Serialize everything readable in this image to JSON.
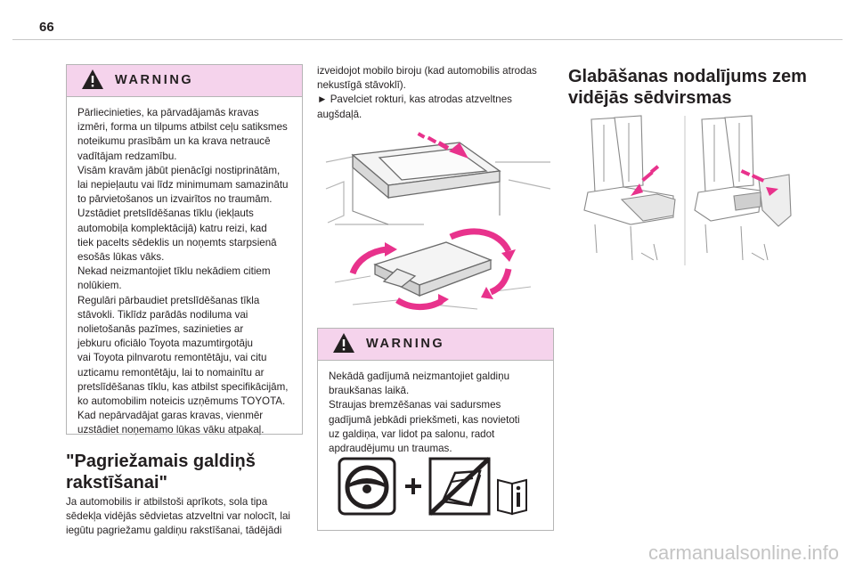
{
  "page_number": "66",
  "watermark": "carmanualsonline.info",
  "warning1": {
    "title": "WARNING",
    "lines": [
      "Pārliecinieties, ka pārvadājamās kravas",
      "izmēri, forma un tilpums atbilst ceļu satiksmes",
      "noteikumu prasībām un ka krava netraucē",
      "vadītājam redzamību.",
      "Visām kravām jābūt pienācīgi nostiprinātām,",
      "lai nepieļautu vai līdz minimumam samazinātu",
      "to pārvietošanos un izvairītos no traumām.",
      "Uzstādiet pretslīdēšanas tīklu (iekļauts",
      "automobiļa komplektācijā) katru reizi, kad",
      "tiek pacelts sēdeklis un noņemts starpsienā",
      "esošās lūkas vāks.",
      "Nekad neizmantojiet tīklu nekādiem citiem",
      "nolūkiem.",
      "Regulāri pārbaudiet pretslīdēšanas tīkla",
      "stāvokli. Tiklīdz parādās nodiluma vai",
      "nolietošanās pazīmes, sazinieties ar",
      "jebkuru oficiālo Toyota mazumtirgotāju",
      "vai Toyota pilnvarotu remontētāju, vai citu",
      "uzticamu remontētāju, lai to nomainītu ar",
      "pretslīdēšanas tīklu, kas atbilst specifikācijām,",
      "ko automobilim noteicis uzņēmums TOYOTA.",
      "Kad nepārvadājat garas kravas, vienmēr",
      "uzstādiet noņemamo lūkas vāku atpakaļ."
    ]
  },
  "section1": {
    "heading_line1": "\"Pagriežamais galdiņš",
    "heading_line2": "rakstīšanai\"",
    "lines": [
      "Ja automobilis ir atbilstoši aprīkots, sola tipa",
      "sēdekļa vidējās sēdvietas atzveltni var nolocīt, lai",
      "iegūtu pagriežamu galdiņu rakstīšanai, tādējādi"
    ]
  },
  "column2": {
    "lines": [
      "izveidojot mobilo biroju (kad automobilis atrodas",
      "nekustīgā stāvoklī).",
      "► Pavelciet rokturi, kas atrodas atzveltnes",
      "augšdaļā."
    ]
  },
  "warning2": {
    "title": "WARNING",
    "lines": [
      "Nekādā gadījumā neizmantojiet galdiņu",
      "braukšanas laikā.",
      "Straujas bremzēšanas vai sadursmes",
      "gadījumā jebkādi priekšmeti, kas novietoti",
      "uz galdiņa, var lidot pa salonu, radot",
      "apdraudējumu un traumas."
    ]
  },
  "section2": {
    "heading_line1": "Glabāšanas nodalījums zem",
    "heading_line2": "vidējās sēdvirsmas"
  },
  "colors": {
    "accent_pink": "#f5d3ec",
    "arrow_pink": "#e8328c",
    "border": "#b5b5b5",
    "text": "#231f20"
  },
  "icons": [
    "warning-triangle-icon",
    "steering-wheel-icon",
    "no-seat-icon",
    "manual-info-icon"
  ]
}
